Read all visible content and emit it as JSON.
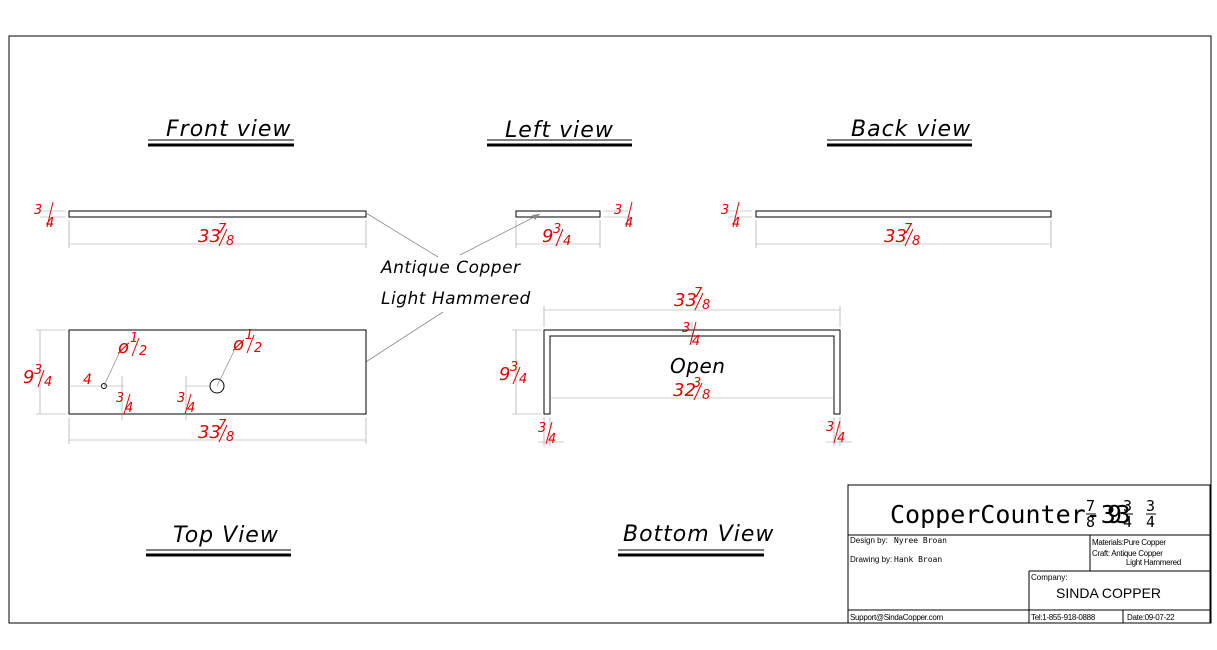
{
  "views": {
    "front": "Front view",
    "left": "Left view",
    "back": "Back view",
    "top": "Top View",
    "bottom": "Bottom View"
  },
  "notes": {
    "finish_line1": "Antique Copper",
    "finish_line2": "Light Hammered",
    "open": "Open"
  },
  "dimensions": {
    "length_whole": "33",
    "length_num": "7",
    "length_den": "8",
    "width_whole": "9",
    "width_num": "3",
    "width_den": "4",
    "thick_num": "3",
    "thick_den": "4",
    "inner_whole": "32",
    "inner_num": "3",
    "inner_den": "8",
    "hole_num": "1",
    "hole_den": "2",
    "hole_prefix": "ø",
    "offset": "4"
  },
  "title_block": {
    "title": "CopperCounter-33",
    "t_f1_num": "7",
    "t_f1_den": "8",
    "t_w": "9",
    "t_f2_num": "3",
    "t_f2_den": "4",
    "t_f3_num": "3",
    "t_f3_den": "4",
    "design_label": "Design by:",
    "design_value": "Nyree Broan",
    "drawing_label": "Drawing by:",
    "drawing_value": "Hank Broan",
    "materials": "Materials:Pure Copper",
    "craft_line1": "Craft: Antique Copper",
    "craft_line2": "Light Hammered",
    "company_label": "Company:",
    "company_name": "SINDA COPPER",
    "support": "Support@SindaCopper.com",
    "tel": "Tel:1-855-918-0888",
    "date": "Date:09-07-22"
  },
  "colors": {
    "dimension": "#e00000",
    "line": "#000000",
    "leader": "#888888"
  }
}
